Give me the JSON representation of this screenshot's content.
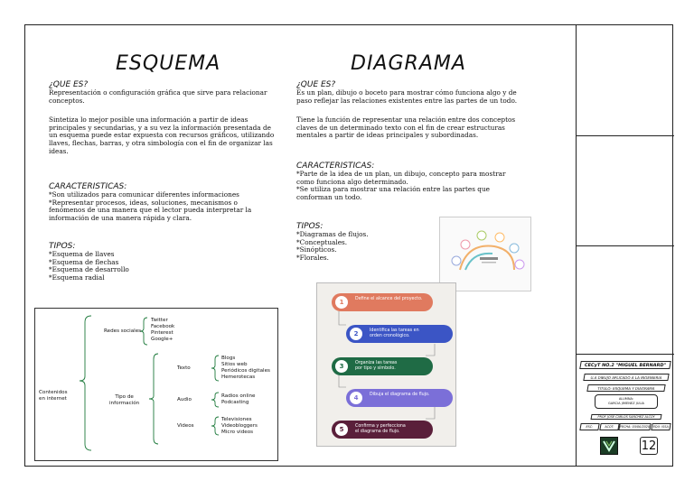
{
  "left": {
    "title": "ESQUEMA",
    "q1": "¿QUE ES?",
    "def": [
      "Representación o configuración gráfica que sirve para relacionar",
      "conceptos."
    ],
    "para": [
      "Sintetiza lo mejor posible una información a partir de ideas",
      "principales y secundarias, y a su vez la información presentada de",
      "un esquema puede estar expuesta con recursos gráficos, utilizando",
      "llaves, flechas, barras, y otra simbología con el fin de organizar las",
      "ideas."
    ],
    "q2": "CARACTERISTICAS:",
    "chars": [
      "*Son utilizados para comunicar diferentes informaciones",
      "*Representar procesos, ideas, soluciones, mecanismos o",
      "fenómenos de una manera que el lector pueda interpretar la",
      "información de una manera rápida y clara."
    ],
    "q3": "TIPOS:",
    "types": [
      "*Esquema de llaves",
      "*Esquema de flechas",
      "*Esquema de desarrollo",
      "*Esquema radial"
    ]
  },
  "right": {
    "title": "DIAGRAMA",
    "q1": "¿QUE ES?",
    "def": [
      "Es un plan, dibujo o boceto para mostrar cómo funciona algo y de",
      "paso reflejar las relaciones existentes entre las partes de un todo."
    ],
    "para": [
      "Tiene la función de representar una relación entre dos conceptos",
      "claves de un determinado texto con el fin de crear estructuras",
      "mentales a partir de ideas principales y subordinadas."
    ],
    "q2": "CARACTERISTICAS:",
    "chars": [
      "*Parte de la idea de un plan, un dibujo, concepto para mostrar",
      "como funciona algo determinado.",
      "*Se utiliza para mostrar una relación entre las partes que",
      "conforman un todo."
    ],
    "q3": "TIPOS:",
    "types": [
      "*Diagramas de flujos.",
      "*Conceptuales.",
      "*Sinópticos.",
      "*Florales."
    ]
  },
  "tree": {
    "root": [
      "Contenidos",
      "en internet"
    ],
    "redes": "Redes sociales",
    "redes_items": [
      "Twitter",
      "Facebook",
      "Pinterest",
      "Google+"
    ],
    "tipo": [
      "Tipo de",
      "información"
    ],
    "texto": "Texto",
    "texto_items": [
      "Blogs",
      "Sitios web",
      "Periódicos digitales",
      "Hemerotecas"
    ],
    "audio": "Audio",
    "audio_items": [
      "Radios online",
      "Podcasting"
    ],
    "videos": "Videos",
    "videos_items": [
      "Televisiones",
      "Videobloggers",
      "Micro videos"
    ]
  },
  "flow": {
    "steps": [
      {
        "n": "1",
        "text": [
          "Define el alcance del proyecto."
        ],
        "color": "#e07a5f"
      },
      {
        "n": "2",
        "text": [
          "Identifica las tareas en",
          "orden cronológico."
        ],
        "color": "#3b55c5"
      },
      {
        "n": "3",
        "text": [
          "Organiza las tareas",
          "por tipo y símbolo."
        ],
        "color": "#1f6b45"
      },
      {
        "n": "4",
        "text": [
          "Dibuja el diagrama de flujo."
        ],
        "color": "#7b6fd8"
      },
      {
        "n": "5",
        "text": [
          "Confirma y perfecciona",
          "el diagrama de flujo."
        ],
        "color": "#5a1f3a"
      }
    ]
  },
  "titleblock": {
    "school": "CECyT NO.2 \"MIGUEL BERNARD\"",
    "course": "U.A DIBUJO APLICADO A LA INGENIERIA",
    "title": "TITULO: ESQUEMA Y DIAGRAMA",
    "student_label": "ALUMNA:",
    "student": "GARCIA JIMENEZ JULIA",
    "teacher": "PROF. JOSE CARLOS SANCHEZ ALCOY",
    "cells": [
      "ESC:",
      "ACOT:",
      "FECHA: 03/06/2020",
      "EDU: ISSA"
    ],
    "sheet_no": "12"
  }
}
